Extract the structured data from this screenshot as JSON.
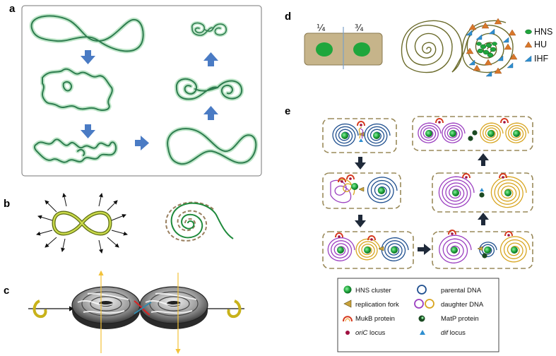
{
  "panels": {
    "a": {
      "label": "a"
    },
    "b": {
      "label": "b"
    },
    "c": {
      "label": "c"
    },
    "d": {
      "label": "d",
      "quarter_left": "¼",
      "quarter_right": "¾",
      "legend": [
        {
          "text": "HNS"
        },
        {
          "text": "HU"
        },
        {
          "text": "IHF"
        }
      ]
    },
    "e": {
      "label": "e",
      "legend": [
        {
          "text": "HNS cluster",
          "italic": false
        },
        {
          "text": "parental DNA",
          "italic": false
        },
        {
          "text": "replication fork",
          "italic": false
        },
        {
          "text": "daughter DNA",
          "italic": false
        },
        {
          "text": "MukB protein",
          "italic": false
        },
        {
          "text": "MatP protein",
          "italic": false
        },
        {
          "text": "oriC",
          "suffix": " locus",
          "italic": true
        },
        {
          "text": "dif",
          "suffix": " locus",
          "italic": true
        }
      ]
    }
  },
  "colors": {
    "dna_green": "#2e7d4f",
    "dna_glow": "#bfe6c9",
    "arrow_blue": "#4a7bc4",
    "cell_tan": "#c6b48a",
    "cell_border": "#8a7a50",
    "hns_green": "#1fa63c",
    "parental_blue": "#1f4f8f",
    "daughter_purple": "#9b3fc0",
    "daughter_gold": "#d8a520",
    "hu_orange": "#d9772a",
    "ihf_blue": "#2f8fd0",
    "mukb_red": "#d63a1e",
    "olive": "#7a7a2e"
  }
}
